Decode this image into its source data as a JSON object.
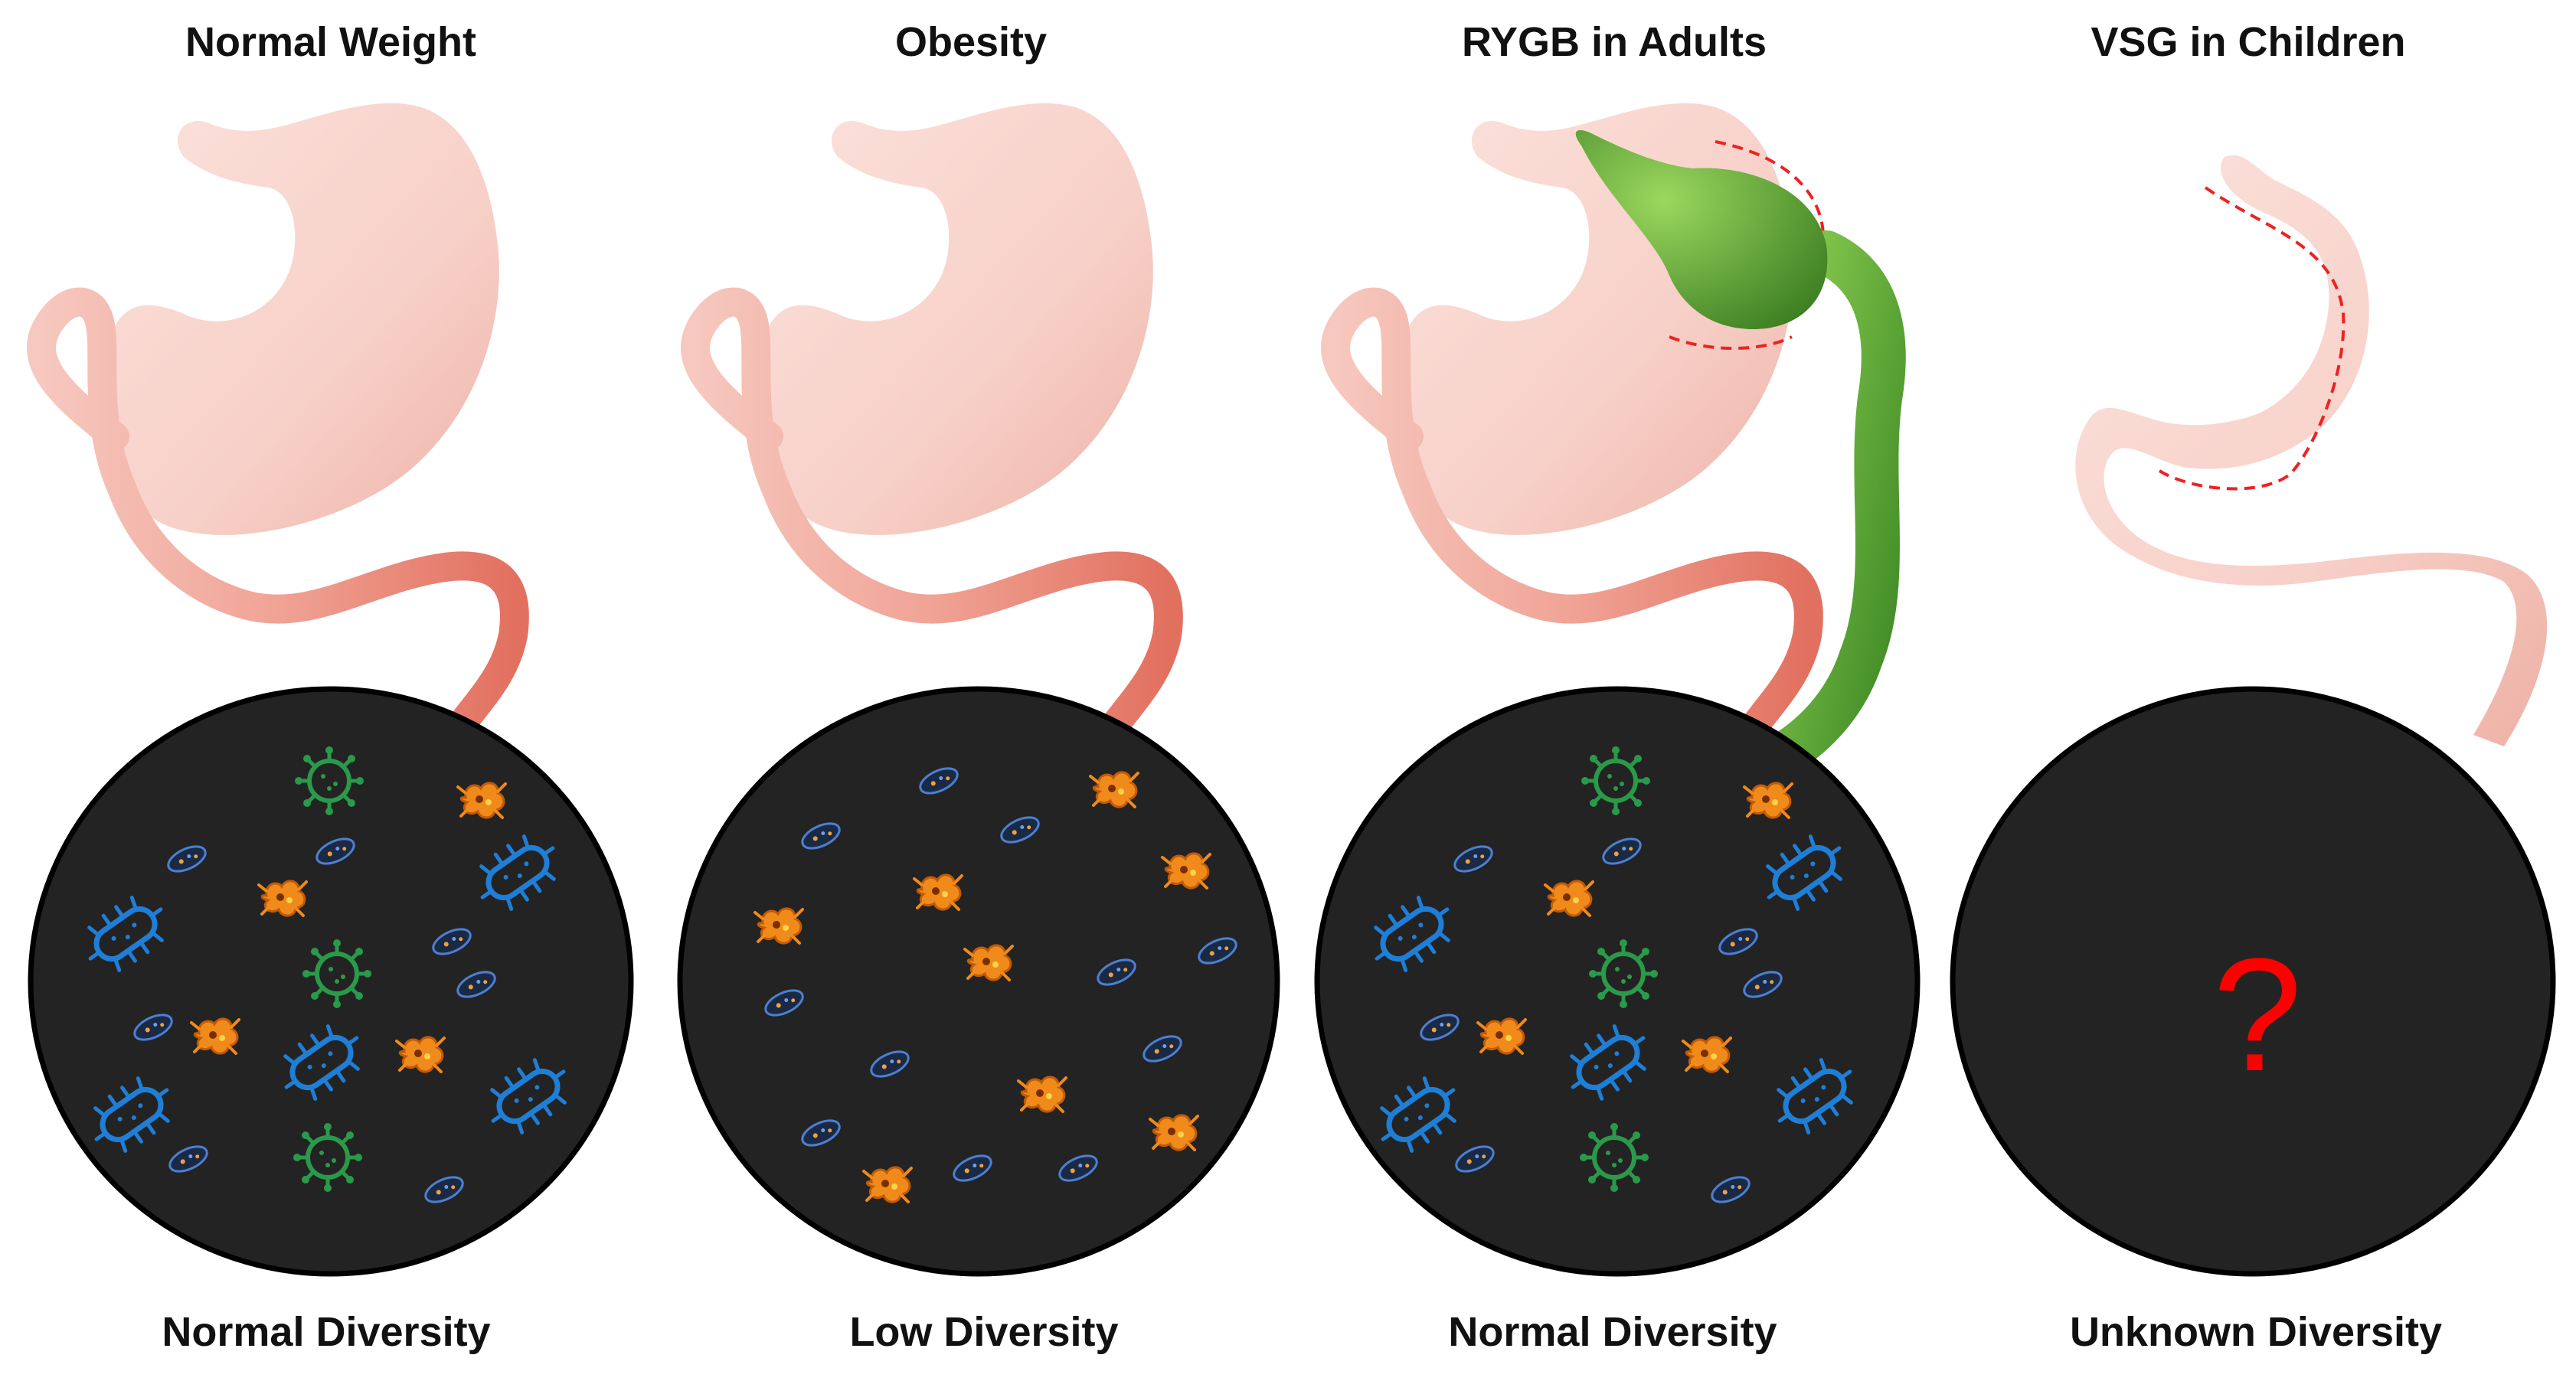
{
  "panels": [
    {
      "title": "Normal Weight",
      "caption": "Normal Diversity",
      "surgery": "none",
      "community": "diverse"
    },
    {
      "title": "Obesity",
      "caption": "Low Diversity",
      "surgery": "none",
      "community": "low"
    },
    {
      "title": "RYGB in Adults",
      "caption": "Normal Diversity",
      "surgery": "rygb",
      "community": "diverse"
    },
    {
      "title": "VSG in Children",
      "caption": "Unknown Diversity",
      "surgery": "vsg",
      "community": "unknown",
      "unknown_mark": "?"
    }
  ],
  "icons": {
    "virus": "green-virus-icon",
    "rod": "blue-rod-bacterium-icon",
    "oval": "small-oval-bacterium-icon",
    "spore": "orange-microbe-icon",
    "bypass": "green-bypass-pouch",
    "cut_line": "red-dashed-cut-line"
  },
  "colors": {
    "stomach": "#f6cfc8",
    "intestine": "#e6796a",
    "gut_circle": "#232323",
    "bypass": "#6cb83a",
    "virus": "#2a9a4a",
    "rod": "#1f7ed6",
    "spore": "#f08a1a",
    "cut_line": "#ee2222",
    "unknown_mark": "#ff0000"
  }
}
